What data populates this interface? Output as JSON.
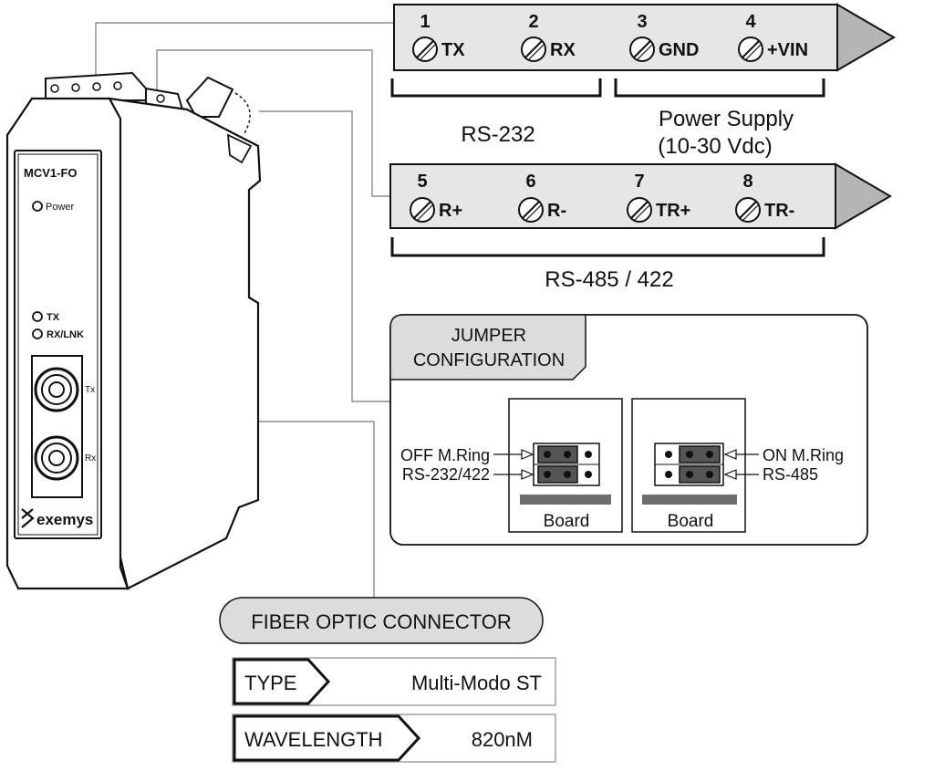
{
  "device": {
    "model": "MCV1-FO",
    "power_led": "Power",
    "tx_led": "TX",
    "rxlnk_led": "RX/LNK",
    "port_tx": "Tx",
    "port_rx": "Rx",
    "brand": "exemys"
  },
  "terminal_block_top": {
    "terminals": [
      {
        "num": "1",
        "label": "TX"
      },
      {
        "num": "2",
        "label": "RX"
      },
      {
        "num": "3",
        "label": "GND"
      },
      {
        "num": "4",
        "label": "+VIN"
      }
    ],
    "group_left": "RS-232",
    "group_right_line1": "Power Supply",
    "group_right_line2": "(10-30 Vdc)"
  },
  "terminal_block_bottom": {
    "terminals": [
      {
        "num": "5",
        "label": "R+"
      },
      {
        "num": "6",
        "label": "R-"
      },
      {
        "num": "7",
        "label": "TR+"
      },
      {
        "num": "8",
        "label": "TR-"
      }
    ],
    "group": "RS-485 / 422"
  },
  "jumper": {
    "title_line1": "JUMPER",
    "title_line2": "CONFIGURATION",
    "left_label1": "OFF M.Ring",
    "left_label2": "RS-232/422",
    "right_label1": "ON M.Ring",
    "right_label2": "RS-485",
    "board_left": "Board",
    "board_right": "Board"
  },
  "fiber": {
    "title": "FIBER OPTIC CONNECTOR",
    "rows": [
      {
        "key": "TYPE",
        "value": "Multi-Modo ST"
      },
      {
        "key": "WAVELENGTH",
        "value": "820nM"
      }
    ]
  },
  "colors": {
    "panel_gray": "#dcdcdc",
    "dark_gray": "#6e6e6e",
    "line": "#111111"
  }
}
